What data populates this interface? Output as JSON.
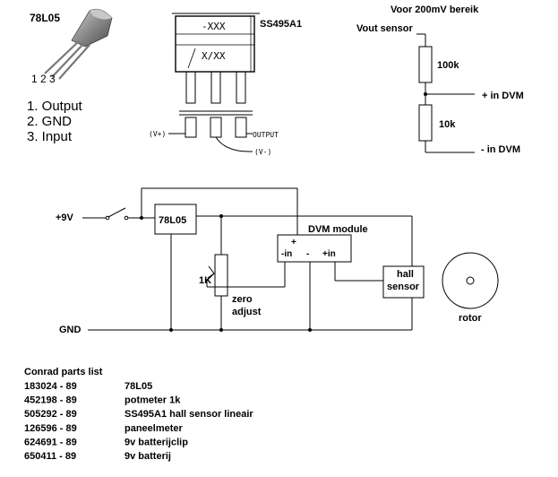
{
  "regulator": {
    "label": "78L05",
    "pin_numbers": "1 2 3",
    "pins": [
      "1. Output",
      "2. GND",
      "3. Input"
    ],
    "body_color": "#8a8a8a"
  },
  "hall_package": {
    "label": "SS495A1",
    "top_marking": "-XXX",
    "bottom_marking": "X/XX",
    "pin_vplus": "(V+)",
    "pin_vminus": "(V-)",
    "pin_output": "OUTPUT"
  },
  "divider": {
    "title": "Voor 200mV bereik",
    "vout_label": "Vout sensor",
    "r_top": "100k",
    "r_bottom": "10k",
    "plus_label": "+ in DVM",
    "minus_label": "- in DVM"
  },
  "circuit": {
    "supply": "+9V",
    "ground": "GND",
    "regulator_box": "78L05",
    "pot_value": "1K",
    "zero_adjust_1": "zero",
    "zero_adjust_2": "adjust",
    "dvm_title": "DVM module",
    "dvm_plus": "+",
    "dvm_minus_in": "-in",
    "dvm_minus": "-",
    "dvm_plus_in": "+in",
    "hall_line1": "hall",
    "hall_line2": "sensor",
    "rotor_label": "rotor"
  },
  "parts": {
    "title": "Conrad parts list",
    "rows": [
      {
        "code": "183024 - 89",
        "desc": "78L05"
      },
      {
        "code": "452198 - 89",
        "desc": "potmeter 1k"
      },
      {
        "code": "505292 - 89",
        "desc": "SS495A1 hall sensor lineair"
      },
      {
        "code": "126596 - 89",
        "desc": "paneelmeter"
      },
      {
        "code": "624691 - 89",
        "desc": "9v batterijclip"
      },
      {
        "code": "650411 - 89",
        "desc": "9v batterij"
      }
    ]
  }
}
